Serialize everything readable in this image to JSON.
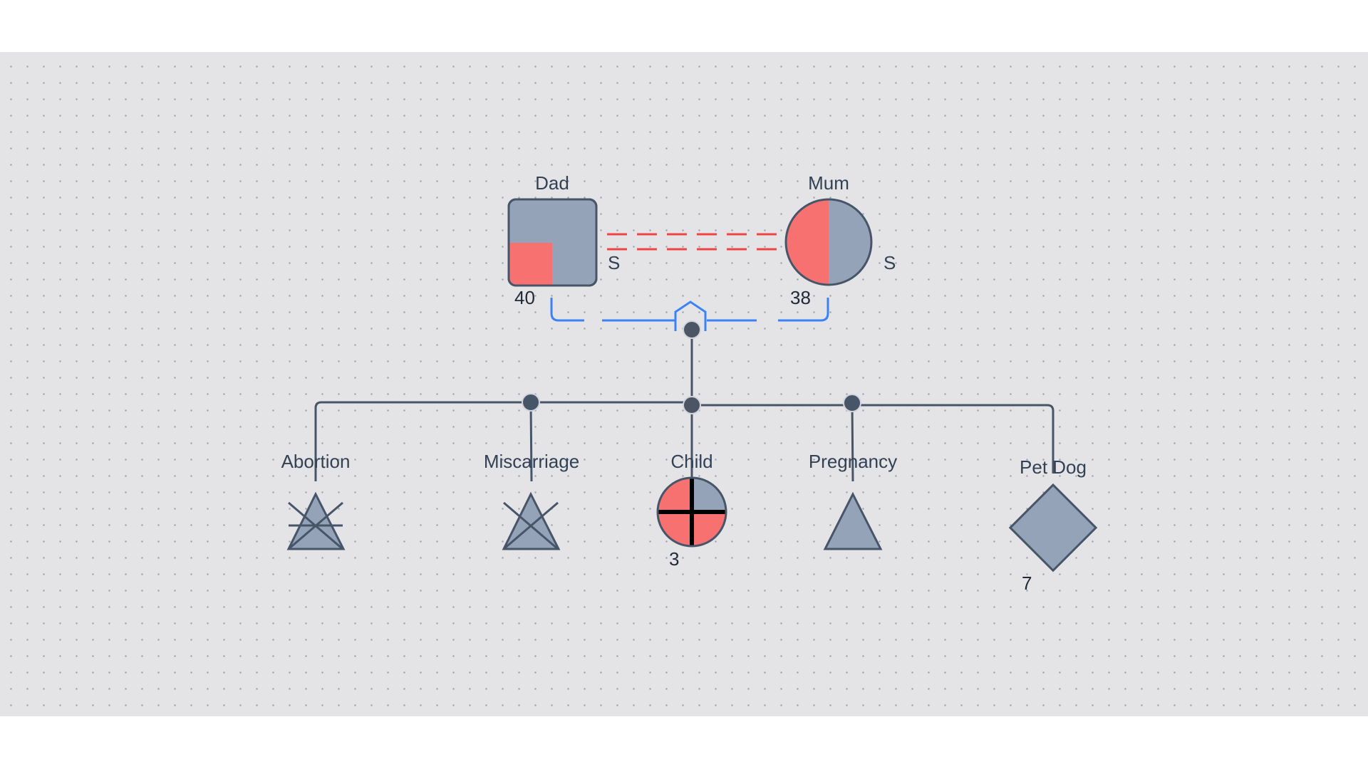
{
  "people": {
    "dad": {
      "name": "Dad",
      "age": "40",
      "status": "S"
    },
    "mum": {
      "name": "Mum",
      "age": "38",
      "status": "S"
    },
    "child": {
      "name": "Child",
      "age": "3"
    },
    "abortion": {
      "name": "Abortion"
    },
    "miscarriage": {
      "name": "Miscarriage"
    },
    "pregnancy": {
      "name": "Pregnancy"
    },
    "pet_dog": {
      "name": "Pet Dog",
      "age": "7"
    }
  },
  "relationships": {
    "conflict": {
      "style": "dashed-double",
      "color": "#ef4444"
    },
    "household": {
      "style": "dashed",
      "color": "#3b82f6",
      "icon": "house-icon"
    }
  },
  "colors": {
    "shape_fill": "#94a3b8",
    "affected_fill": "#f87171",
    "outline": "#475569",
    "line": "#475569"
  }
}
